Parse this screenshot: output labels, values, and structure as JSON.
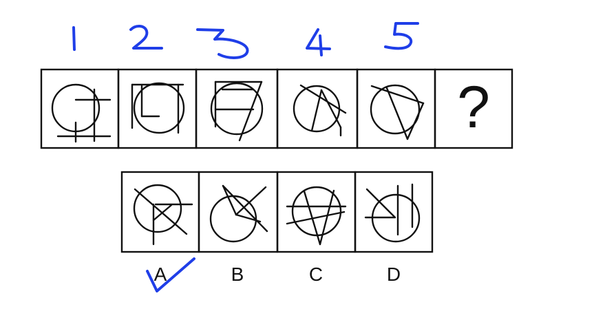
{
  "annotations": {
    "sequence_numbers": [
      "1",
      "2",
      "3",
      "4",
      "5"
    ],
    "answer_mark_color": "#1f3ee8"
  },
  "puzzle": {
    "question_mark": "?",
    "sequence_panels": [
      {
        "name": "figure-1"
      },
      {
        "name": "figure-2"
      },
      {
        "name": "figure-3"
      },
      {
        "name": "figure-4"
      },
      {
        "name": "figure-5"
      },
      {
        "name": "question-panel"
      }
    ]
  },
  "options": [
    {
      "label": "A",
      "selected": true
    },
    {
      "label": "B",
      "selected": false
    },
    {
      "label": "C",
      "selected": false
    },
    {
      "label": "D",
      "selected": false
    }
  ],
  "colors": {
    "figure_ink": "#111111",
    "annotation_ink": "#1f3ee8",
    "background": "#ffffff"
  }
}
